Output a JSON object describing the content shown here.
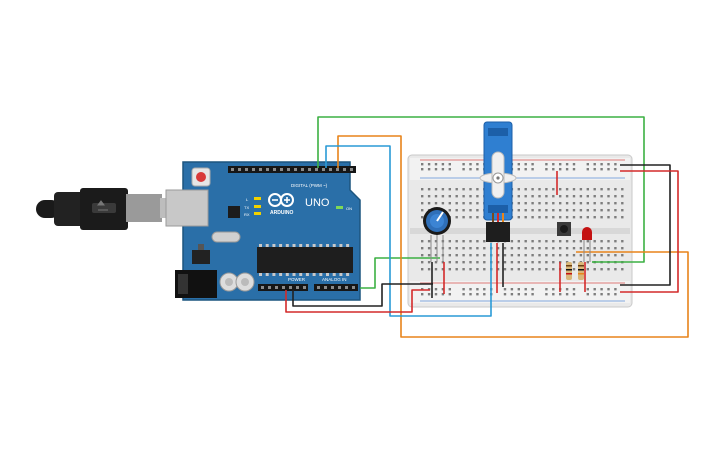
{
  "arduino": {
    "brand": "ARDUINO",
    "model": "UNO",
    "digital_header_label": "DIGITAL (PWM ~)",
    "power_label": "POWER",
    "analog_label": "ANALOG IN",
    "on_label": "ON",
    "tx_label": "TX",
    "rx_label": "RX",
    "l_label": "L"
  },
  "wire_colors": {
    "green": "#3cb043",
    "orange": "#e8841a",
    "blue": "#2a9ad6",
    "red": "#d42a2a",
    "black": "#222222"
  },
  "colors": {
    "board": "#2a6fa8",
    "board_edge": "#1c557f",
    "servo": "#2f7fd1",
    "breadboard": "#e8e8e8",
    "led": "#c41212"
  }
}
